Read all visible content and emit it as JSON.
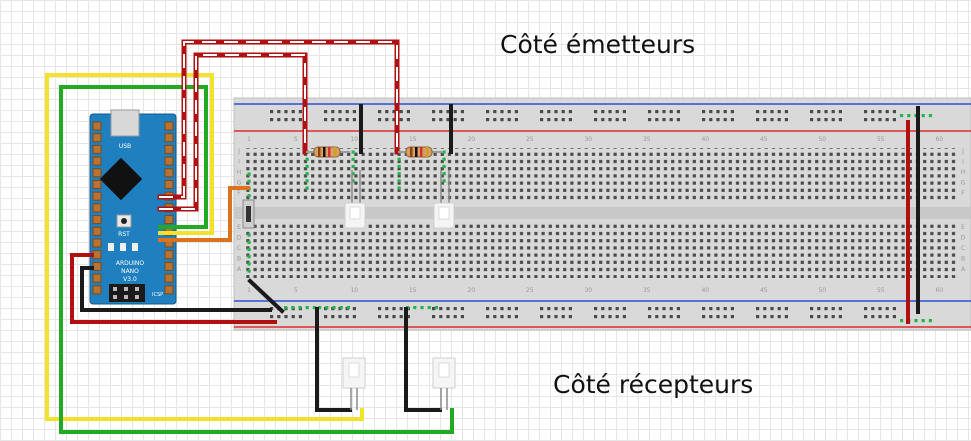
{
  "captions": {
    "emitters": "Côté émetteurs",
    "receivers": "Côté récepteurs"
  },
  "breadboard": {
    "row_letters_top": [
      "J",
      "I",
      "H",
      "G",
      "F"
    ],
    "row_letters_bottom": [
      "E",
      "D",
      "C",
      "B",
      "A"
    ],
    "column_numbers": [
      "1",
      "5",
      "10",
      "15",
      "20",
      "25",
      "30",
      "35",
      "40",
      "45",
      "50",
      "55",
      "60"
    ]
  },
  "arduino": {
    "usb_label": "USB",
    "board_name": "ARDUINO",
    "model": "NANO",
    "version": "V3.0",
    "reset_label": "RST",
    "icsp_label": "ICSP"
  },
  "colors": {
    "board": "#1f7fbf",
    "breadboard": "#d9d9d9",
    "rail_blue": "#2b4fd8",
    "rail_red": "#d83030",
    "wire_red": "#b01010",
    "wire_yellow": "#f3e22b",
    "wire_green": "#22aa22",
    "wire_black": "#1a1a1a",
    "wire_orange": "#d9731f",
    "hole_green": "#27b34a"
  }
}
